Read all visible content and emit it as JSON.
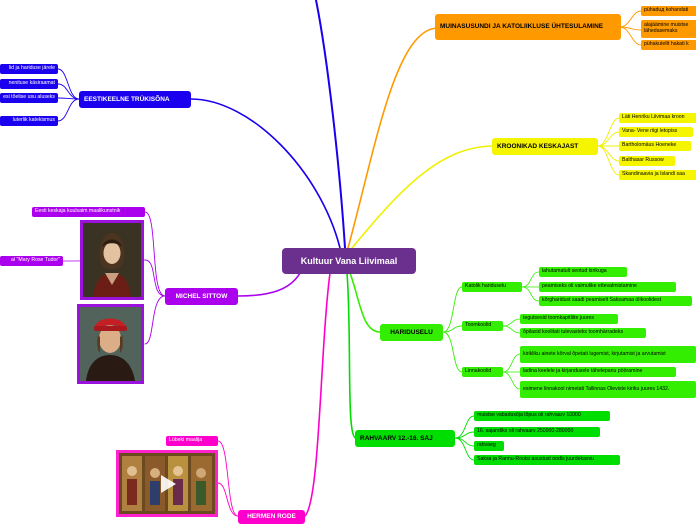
{
  "central": {
    "label": "Kultuur Vana Liivimaal"
  },
  "muinasusund": {
    "label": "MUINASUSUNDI JA KATOLIIKLUSE ÜHTESULAMINE",
    "color": "#ff9900",
    "items": [
      "pühaduд kohandati",
      "alajäämine muistse lähedasemaks",
      "pühakuteltt hakati k"
    ]
  },
  "kroonikad": {
    "label": "KROONIKAD KESKAJAST",
    "color": "#f5f500",
    "items": [
      "Läti Henriku Liivimaa kroon",
      "Vana- Vene riigi letopiss",
      "Bartholomäus Hoeneke",
      "Balthasar Russow",
      "Skandinaavia ja Islandi saa"
    ]
  },
  "haridus": {
    "label": "HARIDUSELU",
    "color": "#33ee00",
    "katolik": {
      "label": "Katolik hariduselu",
      "items": [
        "lahutamatult seotud kirikuga",
        "peamiseks oli vaimulike ettevalmistamine",
        "kõrgharidust saadi peamiselt Saksamaa ülikoolidest"
      ]
    },
    "toom": {
      "label": "Toomkoolid",
      "items": [
        "tegutsesid toomkapitliite juures",
        "õpilasid koolitati tulevasteks toomhärradeks"
      ]
    },
    "linna": {
      "label": "Linnakoolid",
      "items": [
        "kirikliku ainete kõrval õpetati lugemist, kirjutamist ja arvutamist",
        "ladina keelele ja kirjandusele tähelepanu pööramine",
        "esimene linnakool nimetati Tallinnas Oleviste kiriku juures 1432."
      ]
    }
  },
  "rahvaarv": {
    "label": "RAHVAARV 12.-16. SAJ",
    "color": "#00dd00",
    "items": [
      "muistse vabadusõja lõpus oli rahvaarv 10000",
      "16. sajandiks oli rahvaarv 250000-280000",
      "rahvaeg",
      "Saksa ja Rannu-Rootsi asustust oodis juurdekasvu"
    ]
  },
  "eesti": {
    "label": "EESTIKEELNE TRÜKISÕNA",
    "color": "#1a00ee",
    "items": [
      "lid ja hariduse järele",
      "nenituse käsiraamat",
      "esi tõelise usu aluseks",
      "luterlik katekismus"
    ]
  },
  "sittow": {
    "label": "MICHEL SITTOW",
    "color": "#aa00ee",
    "items": [
      "Eesti keskaja kuulsaim maalikunstnik",
      "al \"Mary Rose Tudor\""
    ]
  },
  "rode": {
    "label": "HERMEN RODE",
    "color": "#ff00cc",
    "items": [
      "Lübeki maalija"
    ]
  }
}
